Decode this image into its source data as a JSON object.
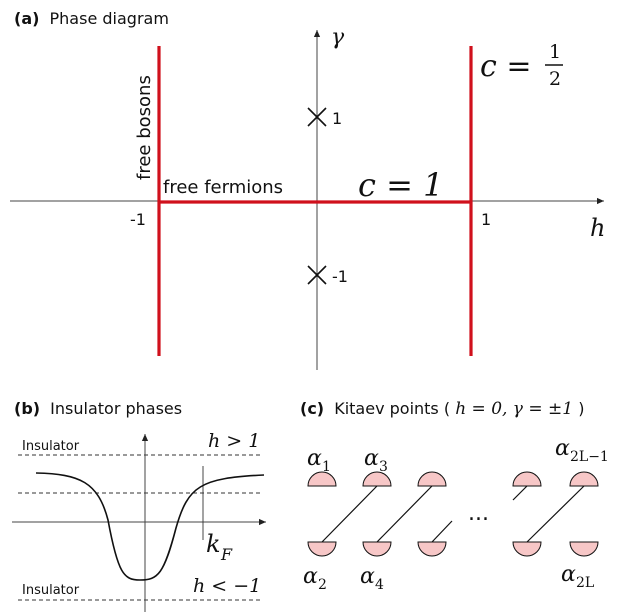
{
  "panel_a": {
    "tag": "(a)",
    "title": "Phase diagram",
    "axis_h": "h",
    "axis_gamma": "γ",
    "tick_minus1": "-1",
    "tick_plus1": "1",
    "point_top_label": "1",
    "point_bottom_label": "-1",
    "free_bosons": "free bosons",
    "free_fermions": "free fermions",
    "c1": "c = 1",
    "c_half_prefix": "c =",
    "c_half_num": "1",
    "c_half_den": "2"
  },
  "panel_b": {
    "tag": "(b)",
    "title": "Insulator phases",
    "insulator_top": "Insulator",
    "insulator_bottom": "Insulator",
    "h_gt": "h > 1",
    "h_lt": "h < −1",
    "kF_main": "k",
    "kF_sub": "F"
  },
  "panel_c": {
    "tag": "(c)",
    "title_prefix": "Kitaev points (",
    "title_math": "h = 0, γ = ±1",
    "title_suffix": ")",
    "alpha": "α",
    "a1": "1",
    "a3": "3",
    "a2L1": "2L−1",
    "a2": "2",
    "a4": "4",
    "a2L": "2L",
    "ellipsis": "..."
  },
  "colors": {
    "red": "#d0101c",
    "pink": "#f7c7c7",
    "axis": "#444444"
  }
}
